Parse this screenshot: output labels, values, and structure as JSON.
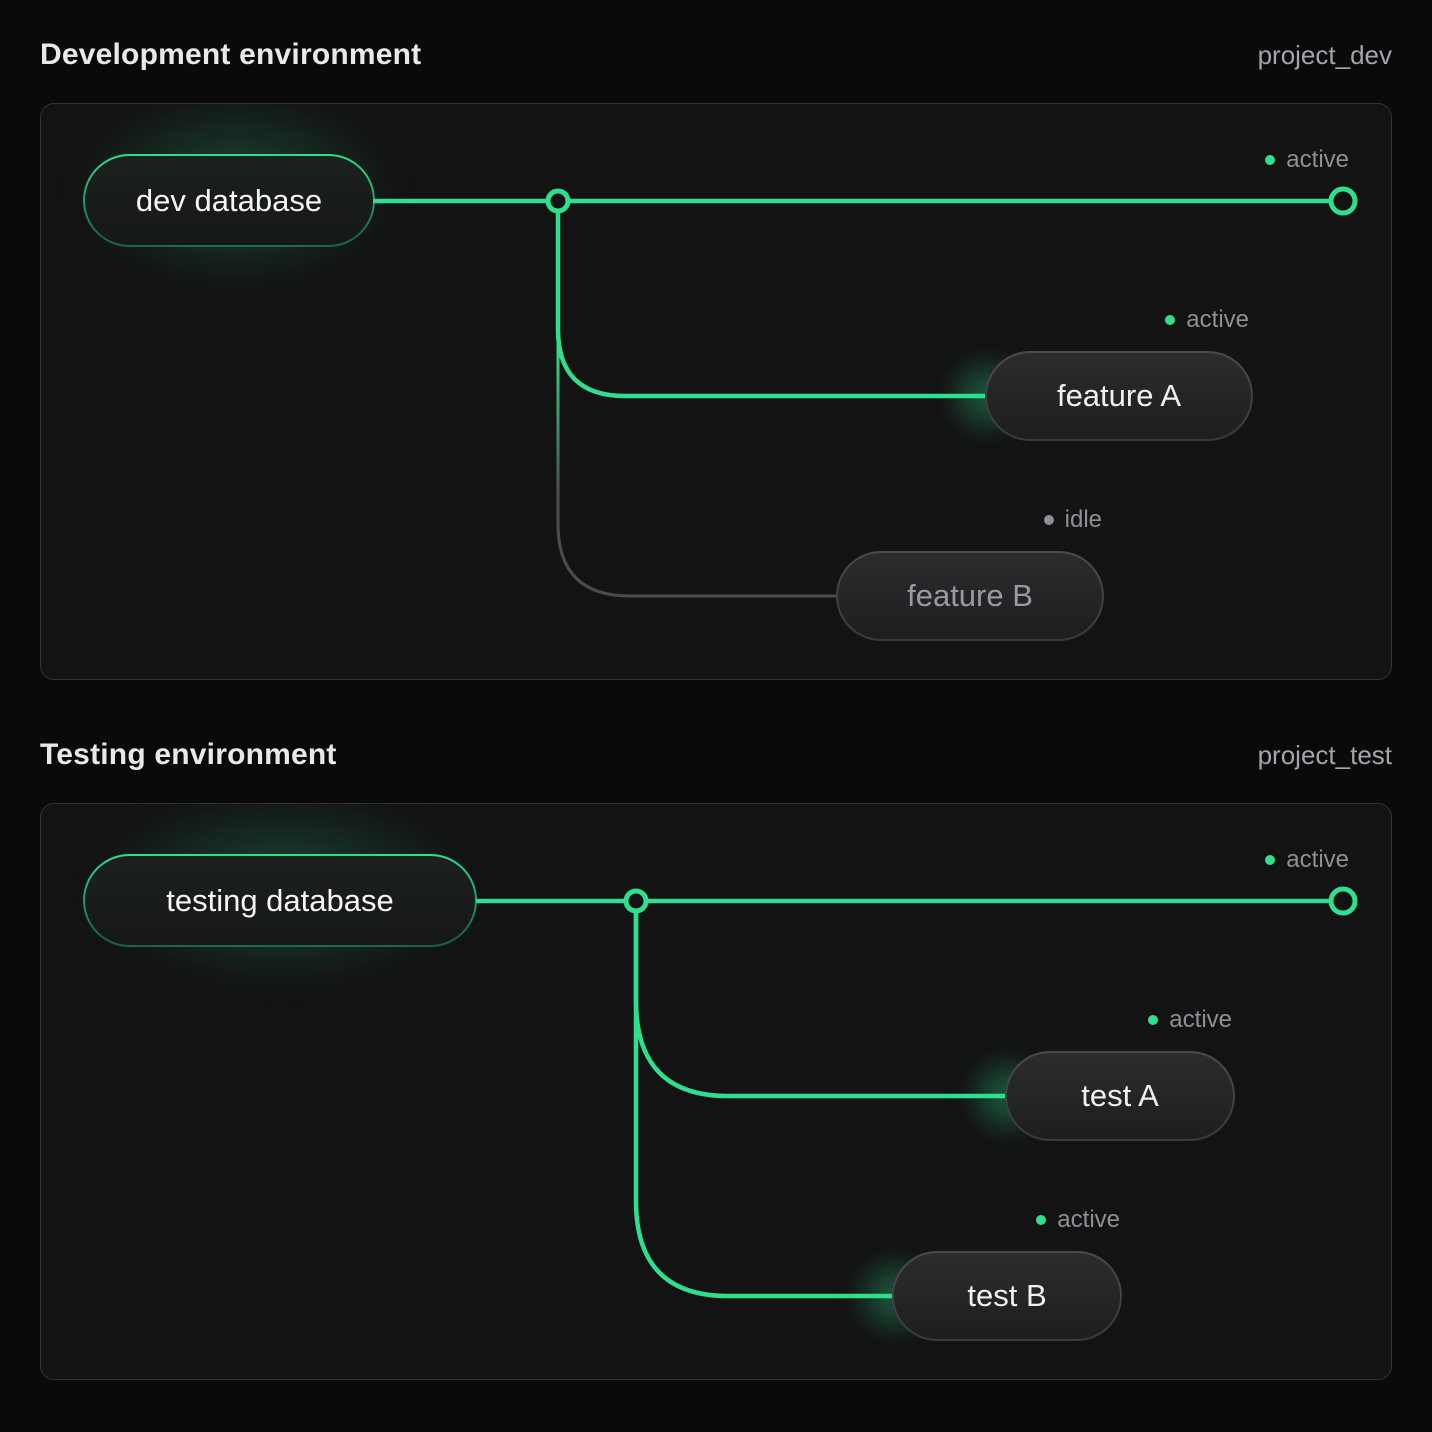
{
  "colors": {
    "accent_green": "#2ee08d",
    "idle_gray": "#8f8f97"
  },
  "environments": [
    {
      "title": "Development environment",
      "project": "project_dev",
      "database": {
        "label": "dev database"
      },
      "trunk_status": "active",
      "branches": [
        {
          "label": "feature A",
          "status": "active"
        },
        {
          "label": "feature B",
          "status": "idle"
        }
      ]
    },
    {
      "title": "Testing environment",
      "project": "project_test",
      "database": {
        "label": "testing database"
      },
      "trunk_status": "active",
      "branches": [
        {
          "label": "test A",
          "status": "active"
        },
        {
          "label": "test B",
          "status": "active"
        }
      ]
    }
  ]
}
